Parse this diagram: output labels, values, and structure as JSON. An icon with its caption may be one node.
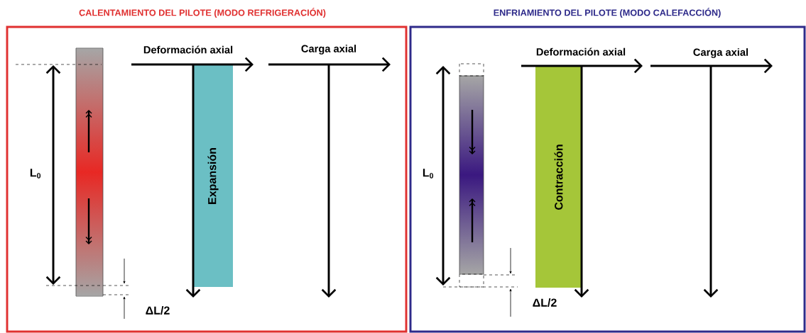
{
  "diagram": {
    "nodes": [
      {
        "text": [
          "CALENTAMIENTO DEL PILOTE (MODO REFRIGERACIÓN)"
        ]
      },
      {
        "text": [],
        "shape": "bar",
        "in": 0
      },
      {
        "text": [
          "Expansión"
        ],
        "in": 0
      },
      {
        "text": [
          "ENFRIAMIENTO DEL PILOTE (MODO CALEFACCIÓN)"
        ]
      },
      {
        "text": [],
        "shape": "bar",
        "in": 3
      },
      {
        "text": [
          "Contracción"
        ],
        "in": 3
      }
    ],
    "labels": [
      "Deformación axial",
      "Carga axial",
      "L$_{0}$",
      "ΔL/2",
      "Deformación axial",
      "Carga axial",
      "L$_{0}$",
      "ΔL/2"
    ]
  }
}
